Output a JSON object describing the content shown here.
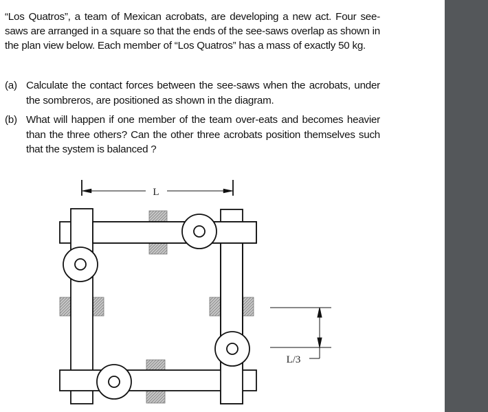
{
  "problem": {
    "intro": "“Los Quatros”, a team of Mexican acrobats, are developing a new act. Four see-saws are arranged in a square so that the ends of the see-saws overlap as shown in the plan view below. Each member of “Los Quatros” has a mass of exactly 50 kg.",
    "parts": [
      {
        "label": "(a)",
        "text": "Calculate the contact forces between the see-saws when the acrobats, under the sombreros, are positioned as shown in the diagram."
      },
      {
        "label": "(b)",
        "text": "What will happen if one member of the team over-eats and becomes heavier than the three others? Can the other three acrobats position themselves such that the system is balanced ?"
      }
    ]
  },
  "diagram": {
    "width_label": "L",
    "offset_label": "L/3"
  },
  "colors": {
    "side_panel": "#54575a",
    "hatch": "#9a9a9a"
  }
}
